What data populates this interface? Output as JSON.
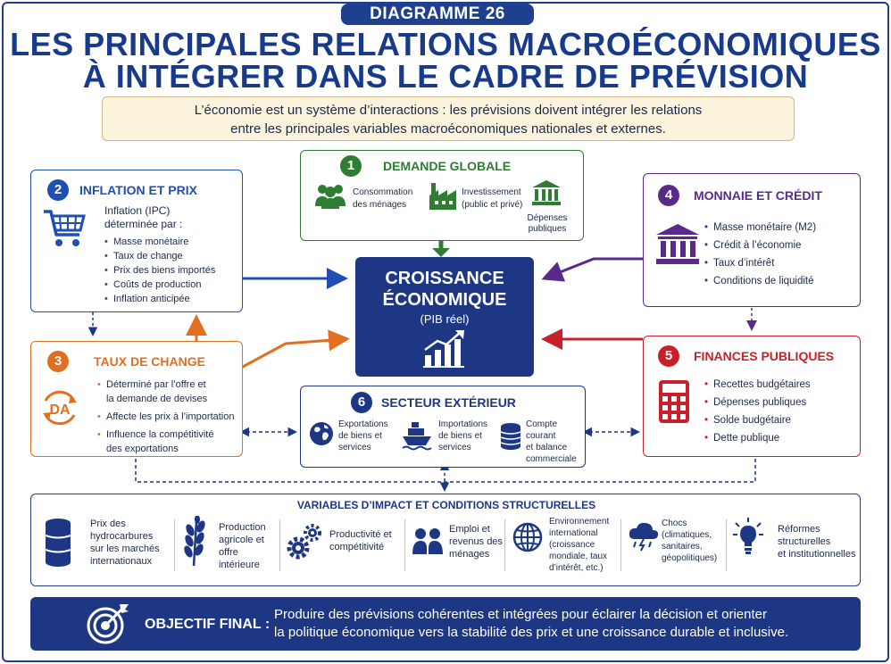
{
  "badge": "DIAGRAMME 26",
  "title": {
    "line1": "LES PRINCIPALES RELATIONS MACROÉCONOMIQUES",
    "line2": "À INTÉGRER DANS LE CADRE DE PRÉVISION"
  },
  "intro": {
    "line1": "L’économie est un système d’interactions : les prévisions doivent intégrer les relations",
    "line2": "entre les principales variables macroéconomiques nationales et externes."
  },
  "colors": {
    "navy": "#1d3785",
    "blue": "#1f4fb0",
    "green": "#2e7d32",
    "orange": "#e07020",
    "purple": "#5a2a8a",
    "red": "#c8202a"
  },
  "demande": {
    "num": "1",
    "title": "DEMANDE GLOBALE",
    "conso_l1": "Consommation",
    "conso_l2": "des ménages",
    "invest_l1": "Investissement",
    "invest_l2": "(public et privé)",
    "dep_l1": "Dépenses",
    "dep_l2": "publiques"
  },
  "inflation": {
    "num": "2",
    "title": "INFLATION ET PRIX",
    "sub1": "Inflation (IPC)",
    "sub2": "déterminée par :",
    "items": [
      "Masse monétaire",
      "Taux de change",
      "Prix des biens importés",
      "Coûts de production",
      "Inflation anticipée"
    ]
  },
  "change": {
    "num": "3",
    "title": "TAUX DE CHANGE",
    "icon_text": "DA",
    "i1_l1": "Déterminé par l’offre et",
    "i1_l2": "la demande de devises",
    "i2": "Affecte les prix à l’importation",
    "i3_l1": "Influence la compétitivité",
    "i3_l2": "des exportations"
  },
  "monnaie": {
    "num": "4",
    "title": "MONNAIE ET CRÉDIT",
    "items": [
      "Masse monétaire (M2)",
      "Crédit à l’économie",
      "Taux d’intérêt",
      "Conditions de liquidité"
    ]
  },
  "finances": {
    "num": "5",
    "title": "FINANCES PUBLIQUES",
    "items": [
      "Recettes budgétaires",
      "Dépenses publiques",
      "Solde budgétaire",
      "Dette publique"
    ]
  },
  "exterieur": {
    "num": "6",
    "title": "SECTEUR EXTÉRIEUR",
    "exp_l1": "Exportations",
    "exp_l2": "de biens et",
    "exp_l3": "services",
    "imp_l1": "Importations",
    "imp_l2": "de biens et",
    "imp_l3": "services",
    "cc_l1": "Compte courant",
    "cc_l2": "et balance",
    "cc_l3": "commerciale"
  },
  "croissance": {
    "line1": "CROISSANCE",
    "line2": "ÉCONOMIQUE",
    "sub": "(PIB réel)"
  },
  "impact": {
    "title": "VARIABLES D’IMPACT ET CONDITIONS STRUCTURELLES",
    "hydro": [
      "Prix des",
      "hydrocarbures",
      "sur les marchés",
      "internationaux"
    ],
    "agri": [
      "Production",
      "agricole et",
      "offre intérieure"
    ],
    "prod": [
      "Productivité et",
      "compétitivité"
    ],
    "emploi": [
      "Emploi et",
      "revenus des",
      "ménages"
    ],
    "env": [
      "Environnement",
      "international",
      "(croissance",
      "mondiale, taux",
      "d’intérêt, etc.)"
    ],
    "chocs": [
      "Chocs",
      "(climatiques,",
      "sanitaires,",
      "géopolitiques)"
    ],
    "reformes": [
      "Réformes",
      "structurelles",
      "et institutionnelles"
    ]
  },
  "goal": {
    "label": "OBJECTIF FINAL :",
    "line1": "Produire des prévisions cohérentes et intégrées pour éclairer la décision et orienter",
    "line2": "la politique économique vers la stabilité des prix et une croissance durable et inclusive."
  }
}
